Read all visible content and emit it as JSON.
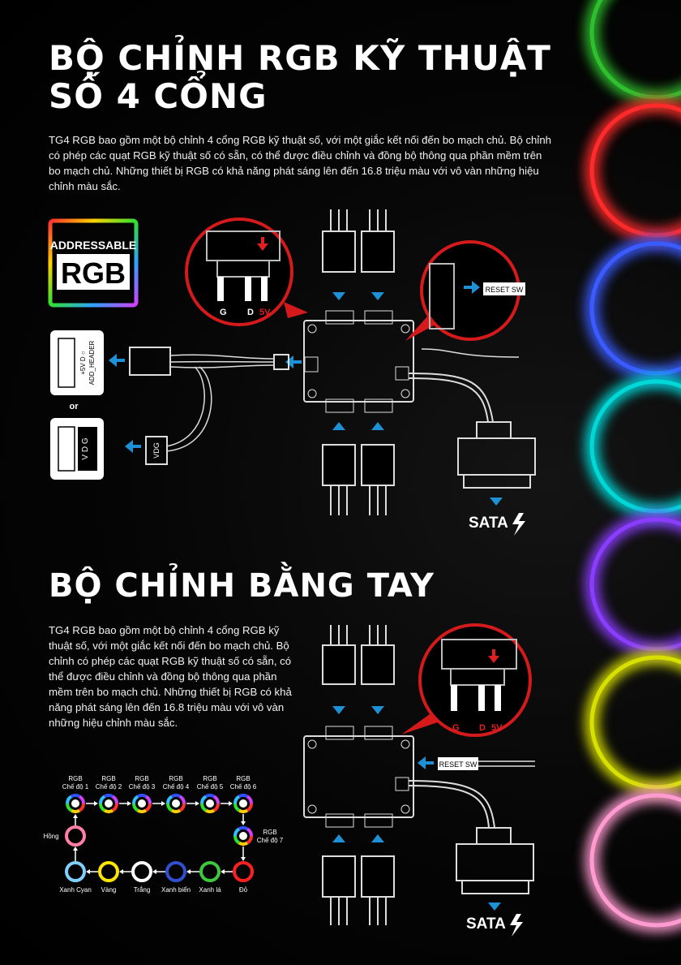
{
  "section1": {
    "title": "BỘ CHỈNH RGB KỸ THUẬT SỐ 4 CỔNG",
    "paragraph": "TG4 RGB bao gồm một bộ chỉnh 4 cổng RGB kỹ thuật số, với một giắc kết nối đến bo mạch chủ. Bộ chỉnh có phép các quạt RGB kỹ thuật số có sẵn, có thể được điều chỉnh và đồng bộ thông qua phần mềm trên bo mạch chủ. Những thiết bị RGB có khả năng phát sáng lên đến 16.8 triệu màu với vô vàn những hiệu chỉnh màu sắc.",
    "badge_top": "ADDRESSABLE",
    "badge_bottom": "RGB",
    "header_pins": [
      "G",
      "D",
      "5V"
    ],
    "add_header_pins": "+5V  D  ○",
    "add_header_label": "ADD_HEADER",
    "or_label": "or",
    "vdg_pins": "V  D  G",
    "cable_label": "VDG",
    "reset_label": "RESET SW",
    "sata_label": "SATA"
  },
  "section2": {
    "title": "BỘ CHỈNH BẰNG TAY",
    "paragraph": "TG4 RGB bao gồm một bộ chỉnh 4 cổng RGB kỹ thuật số, với một giắc kết nối đến bo mạch chủ. Bộ chỉnh có phép các quạt RGB kỹ thuật số có sẵn, có thể được điều chỉnh và đồng bộ thông qua phần mềm trên bo mạch chủ. Những thiết bị RGB có khả năng phát sáng lên đến 16.8 triệu màu với vô vàn những hiệu chỉnh màu sắc.",
    "header_pins": [
      "G",
      "D",
      "5V"
    ],
    "reset_label": "RESET SW",
    "sata_label": "SATA",
    "modes": [
      {
        "line1": "RGB",
        "line2": "Chế độ 1"
      },
      {
        "line1": "RGB",
        "line2": "Chế độ 2"
      },
      {
        "line1": "RGB",
        "line2": "Chế độ 3"
      },
      {
        "line1": "RGB",
        "line2": "Chế độ 4"
      },
      {
        "line1": "RGB",
        "line2": "Chế độ 5"
      },
      {
        "line1": "RGB",
        "line2": "Chế độ 6"
      }
    ],
    "mode7": {
      "line1": "RGB",
      "line2": "Chế độ 7"
    },
    "colors": [
      {
        "label": "Xanh Cyan",
        "hex": "#7fd0ff"
      },
      {
        "label": "Vàng",
        "hex": "#ffe600"
      },
      {
        "label": "Trắng",
        "hex": "#ffffff"
      },
      {
        "label": "Xanh biển",
        "hex": "#3050d0"
      },
      {
        "label": "Xanh lá",
        "hex": "#3ec83e"
      },
      {
        "label": "Đỏ",
        "hex": "#ff2020"
      }
    ],
    "pink": {
      "label": "Hồng",
      "hex": "#ff7fa8"
    }
  },
  "theme": {
    "accent_blue": "#1e90d6",
    "callout_red": "#d41a1a",
    "ring_colors": [
      "#2fbf2f",
      "#ff2a2a",
      "#3a5bff",
      "#00d8d8",
      "#8a3cff",
      "#d8e000",
      "#ff9bd0"
    ]
  }
}
